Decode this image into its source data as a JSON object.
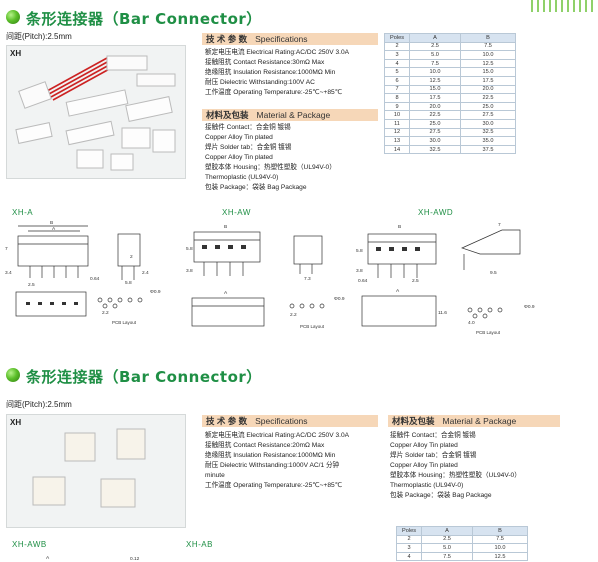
{
  "section1": {
    "title": "条形连接器（Bar Connector）",
    "pitch": "间距(Pitch):2.5mm",
    "photo_label": "XH",
    "tech_header_cn": "技 术 参 数",
    "tech_header_en": "Specifications",
    "specs": [
      "额定电压电流 Electrical Rating:AC/DC 250V 3.0A",
      "接触阻抗 Contact Resistance:30mΩ Max",
      "绝缘阻抗 Insulation Resistance:1000MΩ Min",
      "耐压 Dielectric Withstanding:100V AC",
      "工作温度 Operating Temperature:-25℃~+85℃"
    ],
    "mat_header_cn": "材料及包装",
    "mat_header_en": "Material & Package",
    "materials": [
      "接触件 Contact：合金铜 镀锡",
      "Copper Alloy Tin plated",
      "焊片 Solder tab：合金铜 镀锡",
      "Copper Alloy Tin plated",
      "塑胶本体 Housing：热塑性塑胶（UL94V-0）",
      "Thermoplastic (UL94V-0)",
      "包装 Package：袋装 Bag Package"
    ],
    "table": {
      "headers": [
        "Poles",
        "A",
        "B"
      ],
      "rows": [
        [
          "2",
          "2.5",
          "7.5"
        ],
        [
          "3",
          "5.0",
          "10.0"
        ],
        [
          "4",
          "7.5",
          "12.5"
        ],
        [
          "5",
          "10.0",
          "15.0"
        ],
        [
          "6",
          "12.5",
          "17.5"
        ],
        [
          "7",
          "15.0",
          "20.0"
        ],
        [
          "8",
          "17.5",
          "22.5"
        ],
        [
          "9",
          "20.0",
          "25.0"
        ],
        [
          "10",
          "22.5",
          "27.5"
        ],
        [
          "11",
          "25.0",
          "30.0"
        ],
        [
          "12",
          "27.5",
          "32.5"
        ],
        [
          "13",
          "30.0",
          "35.0"
        ],
        [
          "14",
          "32.5",
          "37.5"
        ]
      ]
    },
    "models": [
      "XH-A",
      "XH-AW",
      "XH-AWD"
    ],
    "pcb_layout": "PCB Layout",
    "dims": {
      "a": "A",
      "b": "B",
      "d7": "7",
      "d34": "3.4",
      "d25": "2.5",
      "d064": "0.64",
      "d58": "5.8",
      "d24": "2.4",
      "d2": "2",
      "d09": "Φ0.9",
      "d22": "2.2",
      "d58b": "5.8",
      "d38": "3.8",
      "d73": "7.3",
      "d116": "11.6",
      "d95": "9.5",
      "d40": "4.0"
    }
  },
  "section2": {
    "title": "条形连接器（Bar Connector）",
    "pitch": "间距(Pitch):2.5mm",
    "photo_label": "XH",
    "tech_header_cn": "技 术 参 数",
    "tech_header_en": "Specifications",
    "specs": [
      "额定电压电流 Electrical Rating:AC/DC 250V 3.0A",
      "接触阻抗 Contact Resistance:20mΩ Max",
      "绝缘阻抗 Insulation Resistance:1000MΩ Min",
      "耐压 Dielectric Withstanding:1000V AC/1 分钟",
      "minute",
      "工作温度 Operating Temperature:-25℃~+85℃"
    ],
    "mat_header_cn": "材料及包装",
    "mat_header_en": "Material & Package",
    "materials": [
      "接触件 Contact：合金铜 镀锡",
      "Copper Alloy Tin plated",
      "焊片 Solder tab：合金铜 镀锡",
      "Copper Alloy Tin plated",
      "塑胶本体 Housing：热塑性塑胶（UL94V-0）",
      "Thermoplastic (UL94V-0)",
      "包装 Package：袋装 Bag Package"
    ],
    "table": {
      "headers": [
        "Poles",
        "A",
        "B"
      ],
      "rows": [
        [
          "2",
          "2.5",
          "7.5"
        ],
        [
          "3",
          "5.0",
          "10.0"
        ],
        [
          "4",
          "7.5",
          "12.5"
        ]
      ]
    },
    "models": [
      "XH-AWB",
      "XH-AB"
    ],
    "dims": {
      "a": "A",
      "d012": "0.12"
    }
  }
}
